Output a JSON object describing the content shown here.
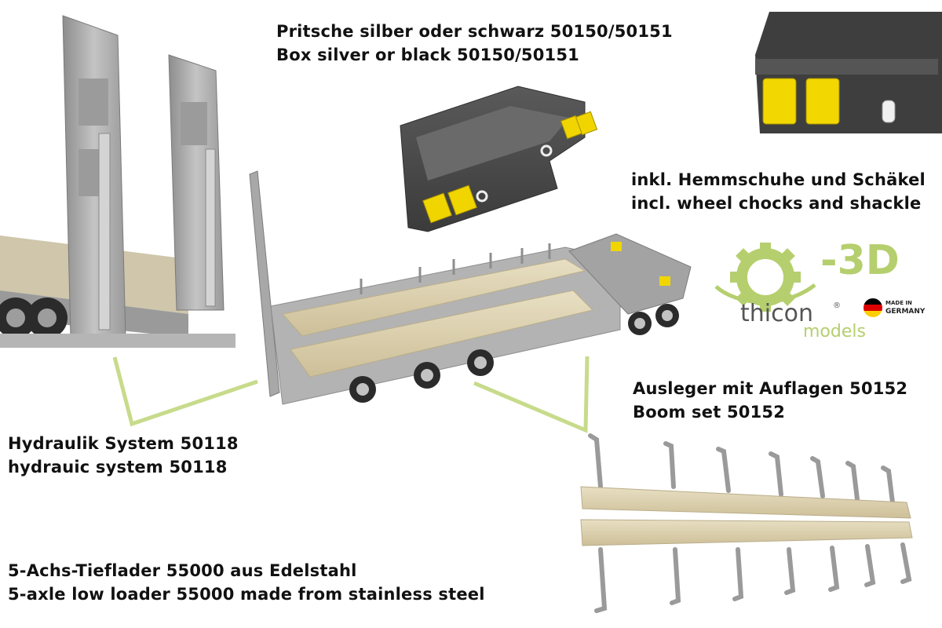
{
  "box_caption": {
    "de": "Pritsche silber oder schwarz 50150/50151",
    "en": "Box silver or black 50150/50151"
  },
  "chocks_caption": {
    "de": "inkl. Hemmschuhe und Schäkel",
    "en": "incl. wheel chocks and shackle"
  },
  "boom_caption": {
    "de": "Ausleger mit Auflagen 50152",
    "en": "Boom set 50152"
  },
  "hydraulic_caption": {
    "de": "Hydraulik System 50118",
    "en": "hydrauic system 50118"
  },
  "main_caption": {
    "de": "5-Achs-Tieflader 55000 aus Edelstahl",
    "en": "5-axle low loader 55000 made from stainless steel"
  },
  "logo": {
    "suffix": "-3D",
    "brand": "thicon",
    "registered": "®",
    "sub": "models",
    "badge_line1": "MADE IN",
    "badge_line2": "GERMANY"
  },
  "colors": {
    "accent_green": "#b5cf6e",
    "connector_green": "#c7db8b",
    "wood": "#dcd2b4",
    "steel": "#a9a9a9",
    "dark_box": "#4a4a4a",
    "chock_yellow": "#f0d500"
  }
}
